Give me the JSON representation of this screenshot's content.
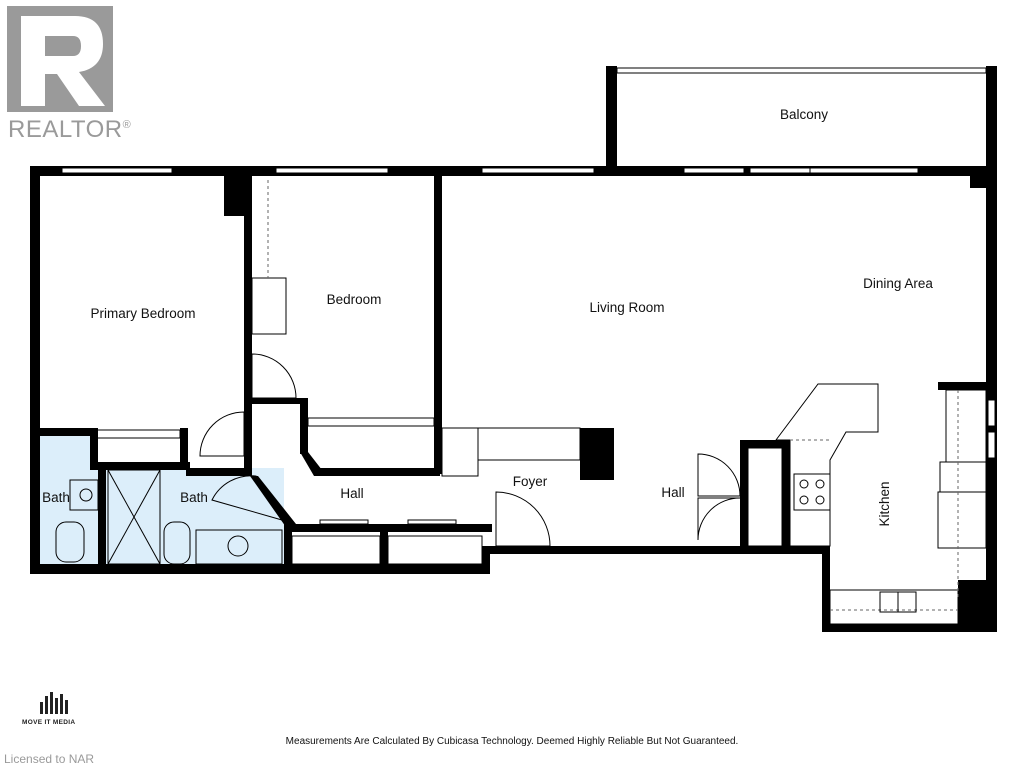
{
  "logos": {
    "realtor": {
      "letter": "R",
      "text": "REALTOR",
      "mark": "®"
    },
    "move_it_media": {
      "text": "MOVE IT MEDIA"
    }
  },
  "rooms": {
    "balcony": "Balcony",
    "primary_bedroom": "Primary Bedroom",
    "bedroom": "Bedroom",
    "living_room": "Living Room",
    "dining_area": "Dining Area",
    "bath_1": "Bath",
    "bath_2": "Bath",
    "hall_1": "Hall",
    "foyer": "Foyer",
    "hall_2": "Hall",
    "kitchen": "Kitchen"
  },
  "footer": {
    "note": "Measurements Are Calculated By Cubicasa Technology. Deemed Highly Reliable But Not Guaranteed.",
    "license": "Licensed to NAR"
  },
  "colors": {
    "wall": "#000000",
    "bath_floor": "#dceefa",
    "logo_gray": "#9a9a9a"
  }
}
